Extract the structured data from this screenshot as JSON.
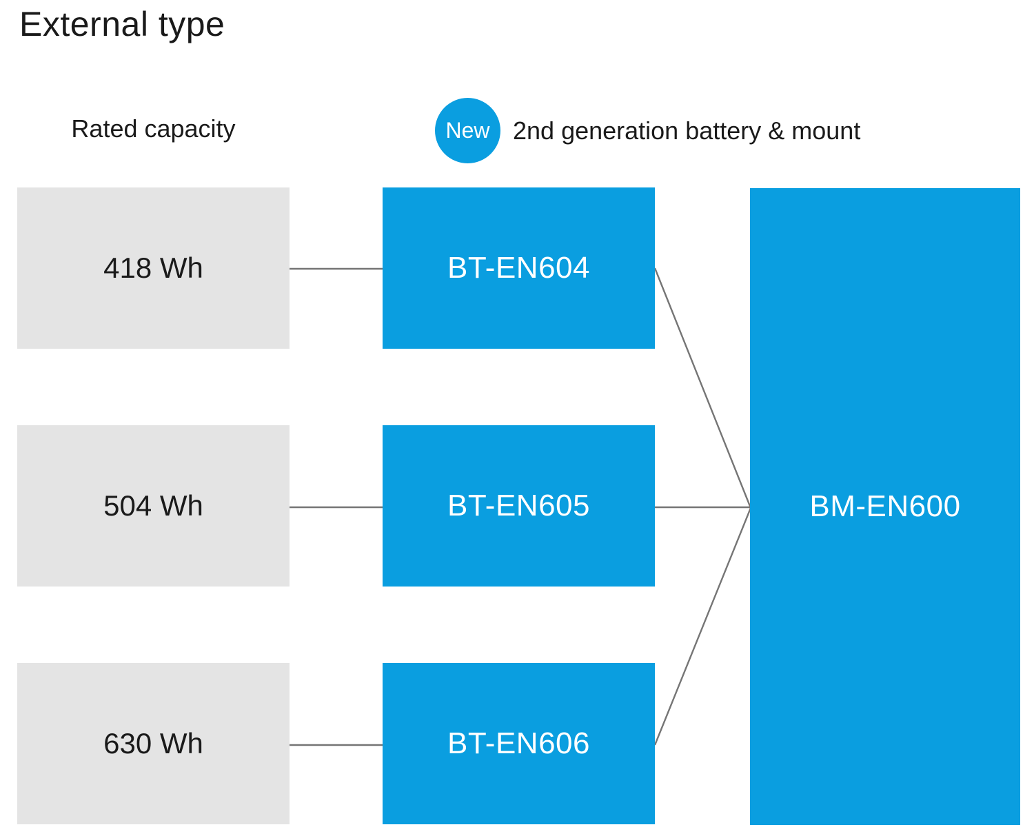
{
  "title": "External type",
  "column_header": "Rated capacity",
  "badge": {
    "label": "New",
    "caption": "2nd generation battery & mount"
  },
  "colors": {
    "accent_blue": "#0a9ee0",
    "box_gray": "#e4e4e4",
    "line_gray": "#757575",
    "text_dark": "#1a1a1a",
    "text_light": "#ffffff"
  },
  "diagram": {
    "capacities": [
      {
        "label": "418 Wh"
      },
      {
        "label": "504 Wh"
      },
      {
        "label": "630 Wh"
      }
    ],
    "batteries": [
      {
        "label": "BT-EN604"
      },
      {
        "label": "BT-EN605"
      },
      {
        "label": "BT-EN606"
      }
    ],
    "mount": {
      "label": "BM-EN600"
    },
    "connections": [
      {
        "from": "418 Wh",
        "to": "BT-EN604"
      },
      {
        "from": "504 Wh",
        "to": "BT-EN605"
      },
      {
        "from": "630 Wh",
        "to": "BT-EN606"
      },
      {
        "from": "BT-EN604",
        "to": "BM-EN600"
      },
      {
        "from": "BT-EN605",
        "to": "BM-EN600"
      },
      {
        "from": "BT-EN606",
        "to": "BM-EN600"
      }
    ]
  }
}
